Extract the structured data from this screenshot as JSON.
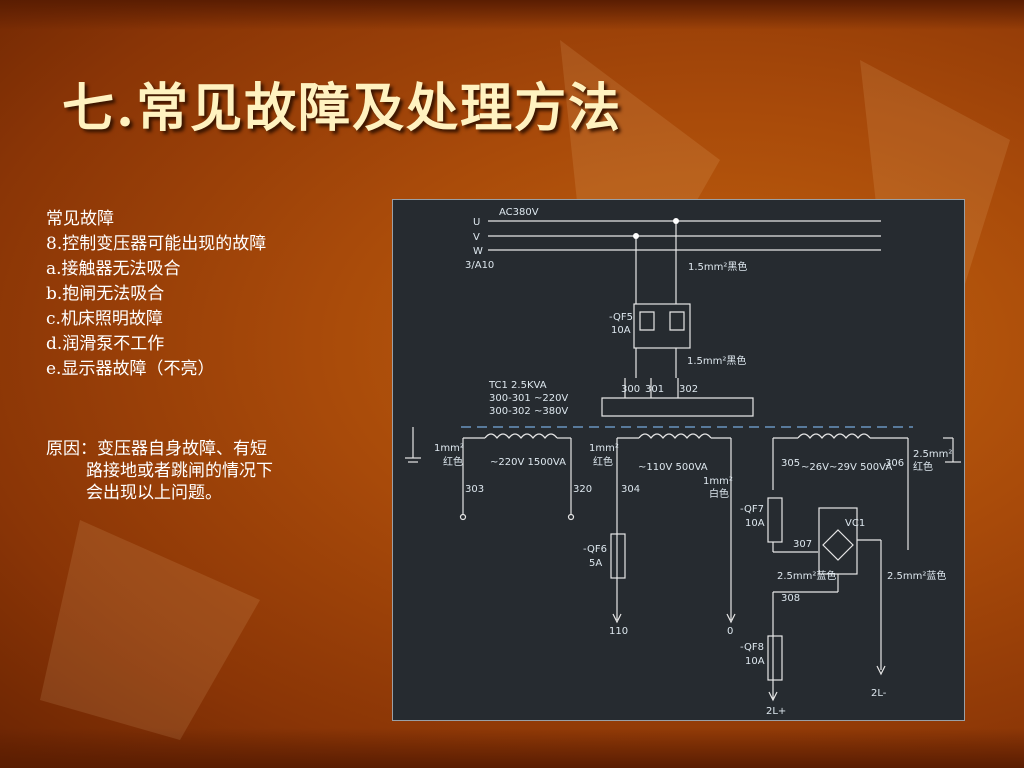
{
  "title": "七.常见故障及处理方法",
  "list": {
    "heading": "常见故障",
    "items": [
      "8.控制变压器可能出现的故障",
      "a.接触器无法吸合",
      "b.抱闸无法吸合",
      "c.机床照明故障",
      "d.润滑泵不工作",
      "e.显示器故障（不亮）"
    ]
  },
  "cause": {
    "line1": "原因：变压器自身故障、有短",
    "line2": "路接地或者跳闸的情况下",
    "line3": "会出现以上问题。"
  },
  "diagram": {
    "supply": "AC380V",
    "phases": [
      "U",
      "V",
      "W"
    ],
    "tap": "3/A10",
    "wire_top": "1.5mm²黑色",
    "wire_mid": "1.5mm²黑色",
    "qf5": "-QF5",
    "qf5_rating": "10A",
    "terms": [
      "300",
      "301",
      "302"
    ],
    "tc1": "TC1  2.5KVA",
    "tc1_a": "300-301  ~220V",
    "tc1_b": "300-302  ~380V",
    "w1": "1mm²",
    "w1_color": "红色",
    "w2": "1mm²",
    "w2_color": "红色",
    "w3": "1mm²",
    "w3_color": "白色",
    "w4": "2.5mm²",
    "w4_color": "红色",
    "sec1": "~220V 1500VA",
    "sec2": "~110V 500VA",
    "sec3": "~26V~29V 500VA",
    "n303": "303",
    "n320": "320",
    "n304": "304",
    "n305": "305",
    "n306": "306",
    "n307": "307",
    "n308": "308",
    "qf6": "-QF6",
    "qf6_rating": "5A",
    "qf7": "-QF7",
    "qf7_rating": "10A",
    "qf8": "-QF8",
    "qf8_rating": "10A",
    "vc1": "VC1",
    "wire_l": "2.5mm²蓝色",
    "wire_r": "2.5mm²蓝色",
    "out110": "110",
    "out0": "0",
    "out2lp": "2L+",
    "out2lm": "2L-"
  }
}
